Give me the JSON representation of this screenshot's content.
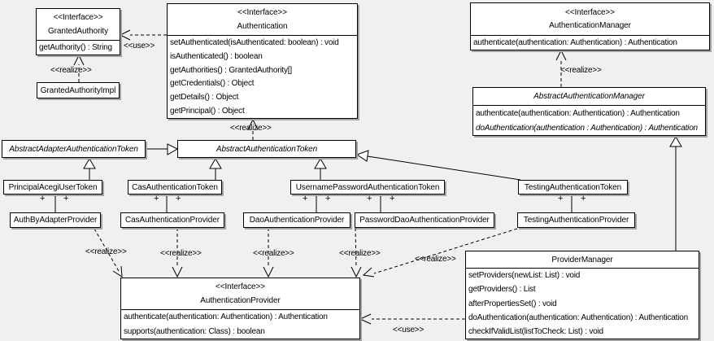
{
  "labels": {
    "realize": "<<realize>>",
    "use": "<<use>>",
    "plus": "+"
  },
  "classes": {
    "granted_authority": {
      "stereotype": "<<Interface>>",
      "name": "GrantedAuthority",
      "methods": [
        "getAuthority() : String"
      ]
    },
    "granted_authority_impl": {
      "name": "GrantedAuthorityImpl"
    },
    "authentication": {
      "stereotype": "<<Interface>>",
      "name": "Authentication",
      "methods": [
        "setAuthenticated(isAuthenticated: boolean) : void",
        "isAuthenticated() : boolean",
        "getAuthorities() : GrantedAuthority[]",
        "getCredentials() : Object",
        "getDetails() : Object",
        "getPrincipal() : Object"
      ]
    },
    "authentication_manager": {
      "stereotype": "<<Interface>>",
      "name": "AuthenticationManager",
      "methods": [
        "authenticate(authentication: Authentication) : Authentication"
      ]
    },
    "abstract_authentication_manager": {
      "name": "AbstractAuthenticationManager",
      "methods": [
        "authenticate(authentication: Authentication) : Authentication",
        "doAuthentication(authentication : Authentication) : Authentication"
      ]
    },
    "abstract_adapter_authentication_token": {
      "name": "AbstractAdapterAuthenticationToken"
    },
    "abstract_authentication_token": {
      "name": "AbstractAuthenticationToken"
    },
    "principal_acegi_user_token": {
      "name": "PrincipalAcegiUserToken"
    },
    "cas_authentication_token": {
      "name": "CasAuthenticationToken"
    },
    "username_password_authentication_token": {
      "name": "UsernamePasswordAuthenticationToken"
    },
    "testing_authentication_token": {
      "name": "TestingAuthenticationToken"
    },
    "auth_by_adapter_provider": {
      "name": "AuthByAdapterProvider"
    },
    "cas_authentication_provider": {
      "name": "CasAuthenticationProvider"
    },
    "dao_authentication_provider": {
      "name": "DaoAuthenticationProvider"
    },
    "password_dao_authentication_provider": {
      "name": "PasswordDaoAuthenticationProvider"
    },
    "testing_authentication_provider": {
      "name": "TestingAuthenticationProvider"
    },
    "authentication_provider": {
      "stereotype": "<<Interface>>",
      "name": "AuthenticationProvider",
      "methods": [
        "authenticate(authentication: Authentication) : Authentication",
        "supports(authentication: Class) : boolean"
      ]
    },
    "provider_manager": {
      "name": "ProviderManager",
      "methods": [
        "setProviders(newList: List) : void",
        "getProviders() : List",
        "afterPropertiesSet() : void",
        "doAuthentication(authentication: Authentication) : Authentication",
        "checkIfValidList(listToCheck: List) : void"
      ]
    }
  }
}
